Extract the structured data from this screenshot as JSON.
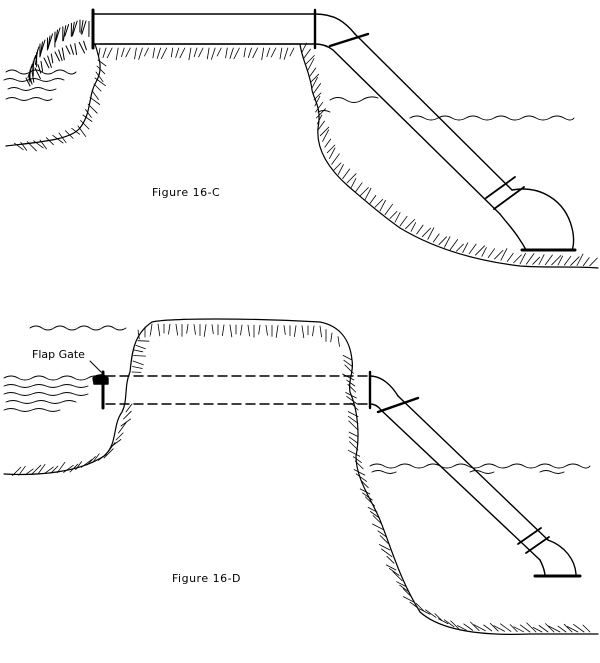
{
  "figure_c": {
    "caption": "Figure 16-C"
  },
  "figure_d": {
    "caption": "Figure 16-D",
    "flap_gate_label": "Flap Gate"
  }
}
